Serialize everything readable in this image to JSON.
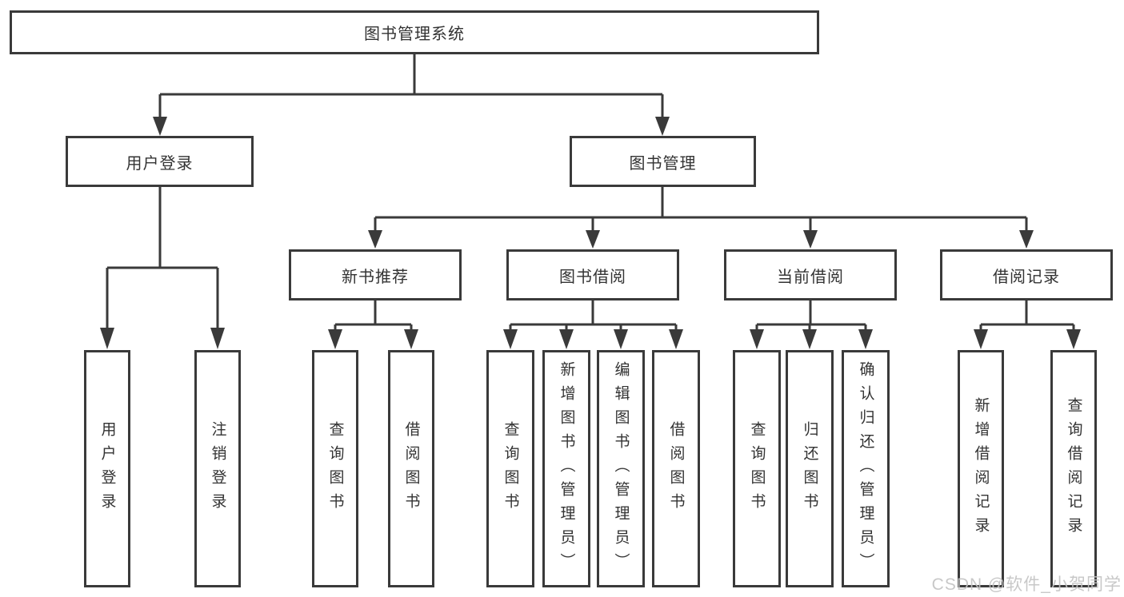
{
  "diagram": {
    "type": "hierarchy",
    "root": "图书管理系统",
    "level2": {
      "user_login": "用户登录",
      "book_mgmt": "图书管理"
    },
    "level3": {
      "new_books": "新书推荐",
      "book_borrow": "图书借阅",
      "current_borrow": "当前借阅",
      "borrow_records": "借阅记录"
    },
    "level4": {
      "user_login_leaf": "用户登录",
      "logout": "注销登录",
      "nb_query_book": "查询图书",
      "nb_borrow_book": "借阅图书",
      "bb_query_book": "查询图书",
      "bb_add_book": "新增图书（管理员）",
      "bb_edit_book": "编辑图书（管理员）",
      "bb_borrow_book": "借阅图书",
      "cb_query_book": "查询图书",
      "cb_return_book": "归还图书",
      "cb_confirm_return": "确认归还（管理员）",
      "br_add_record": "新增借阅记录",
      "br_query_record": "查询借阅记录"
    },
    "edges": [
      [
        "图书管理系统",
        "用户登录"
      ],
      [
        "图书管理系统",
        "图书管理"
      ],
      [
        "用户登录",
        "用户登录"
      ],
      [
        "用户登录",
        "注销登录"
      ],
      [
        "图书管理",
        "新书推荐"
      ],
      [
        "图书管理",
        "图书借阅"
      ],
      [
        "图书管理",
        "当前借阅"
      ],
      [
        "图书管理",
        "借阅记录"
      ],
      [
        "新书推荐",
        "查询图书"
      ],
      [
        "新书推荐",
        "借阅图书"
      ],
      [
        "图书借阅",
        "查询图书"
      ],
      [
        "图书借阅",
        "新增图书（管理员）"
      ],
      [
        "图书借阅",
        "编辑图书（管理员）"
      ],
      [
        "图书借阅",
        "借阅图书"
      ],
      [
        "当前借阅",
        "查询图书"
      ],
      [
        "当前借阅",
        "归还图书"
      ],
      [
        "当前借阅",
        "确认归还（管理员）"
      ],
      [
        "借阅记录",
        "新增借阅记录"
      ],
      [
        "借阅记录",
        "查询借阅记录"
      ]
    ],
    "colors": {
      "line": "#3a3a3a",
      "text": "#333333",
      "box_background": "#ffffff",
      "page_background": "#ffffff",
      "watermark_text": "#c3c3c3"
    },
    "watermark": "CSDN @软件_小贺同学"
  }
}
